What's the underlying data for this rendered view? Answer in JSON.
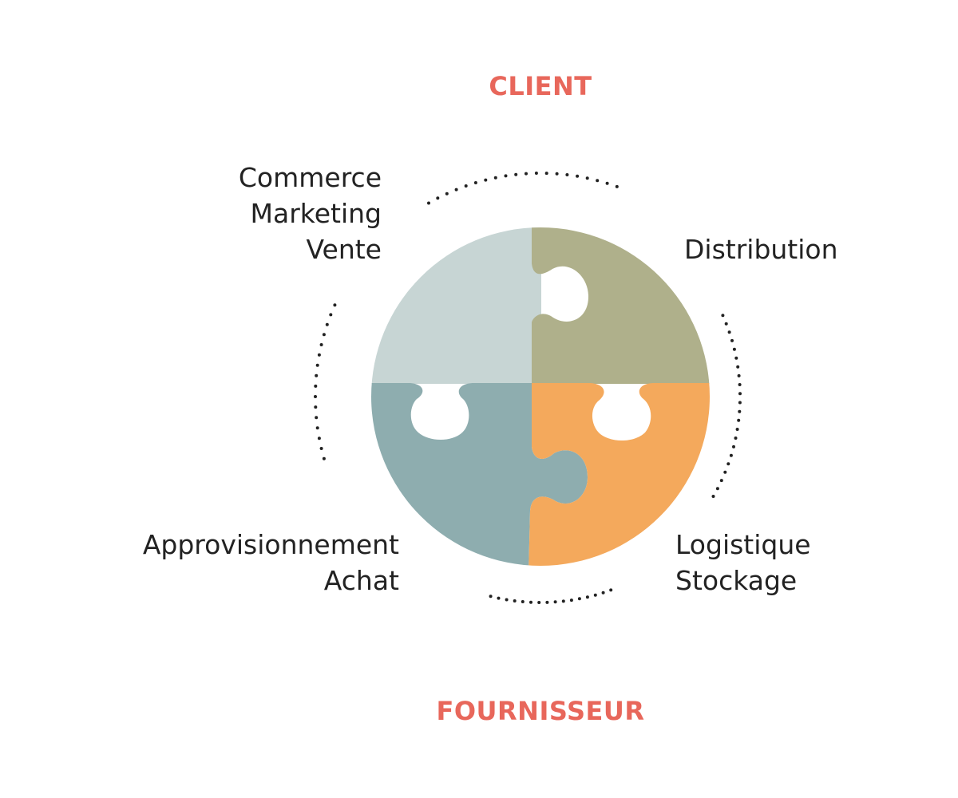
{
  "labels": {
    "client": "CLIENT",
    "supplier": "FOURNISSEUR"
  },
  "blocks": {
    "commerce": [
      "Commerce",
      "Marketing",
      "Vente"
    ],
    "distribution": [
      "Distribution"
    ],
    "appro": [
      "Approvisionnement",
      "Achat"
    ],
    "logistique": [
      "Logistique",
      "Stockage"
    ]
  },
  "colors": {
    "accent": "#e8675b",
    "text": "#222222",
    "piece_top_left": "#c7d5d4",
    "piece_top_right": "#afb08b",
    "piece_bottom_left": "#8eadaf",
    "piece_bottom_right": "#f4a95c"
  }
}
